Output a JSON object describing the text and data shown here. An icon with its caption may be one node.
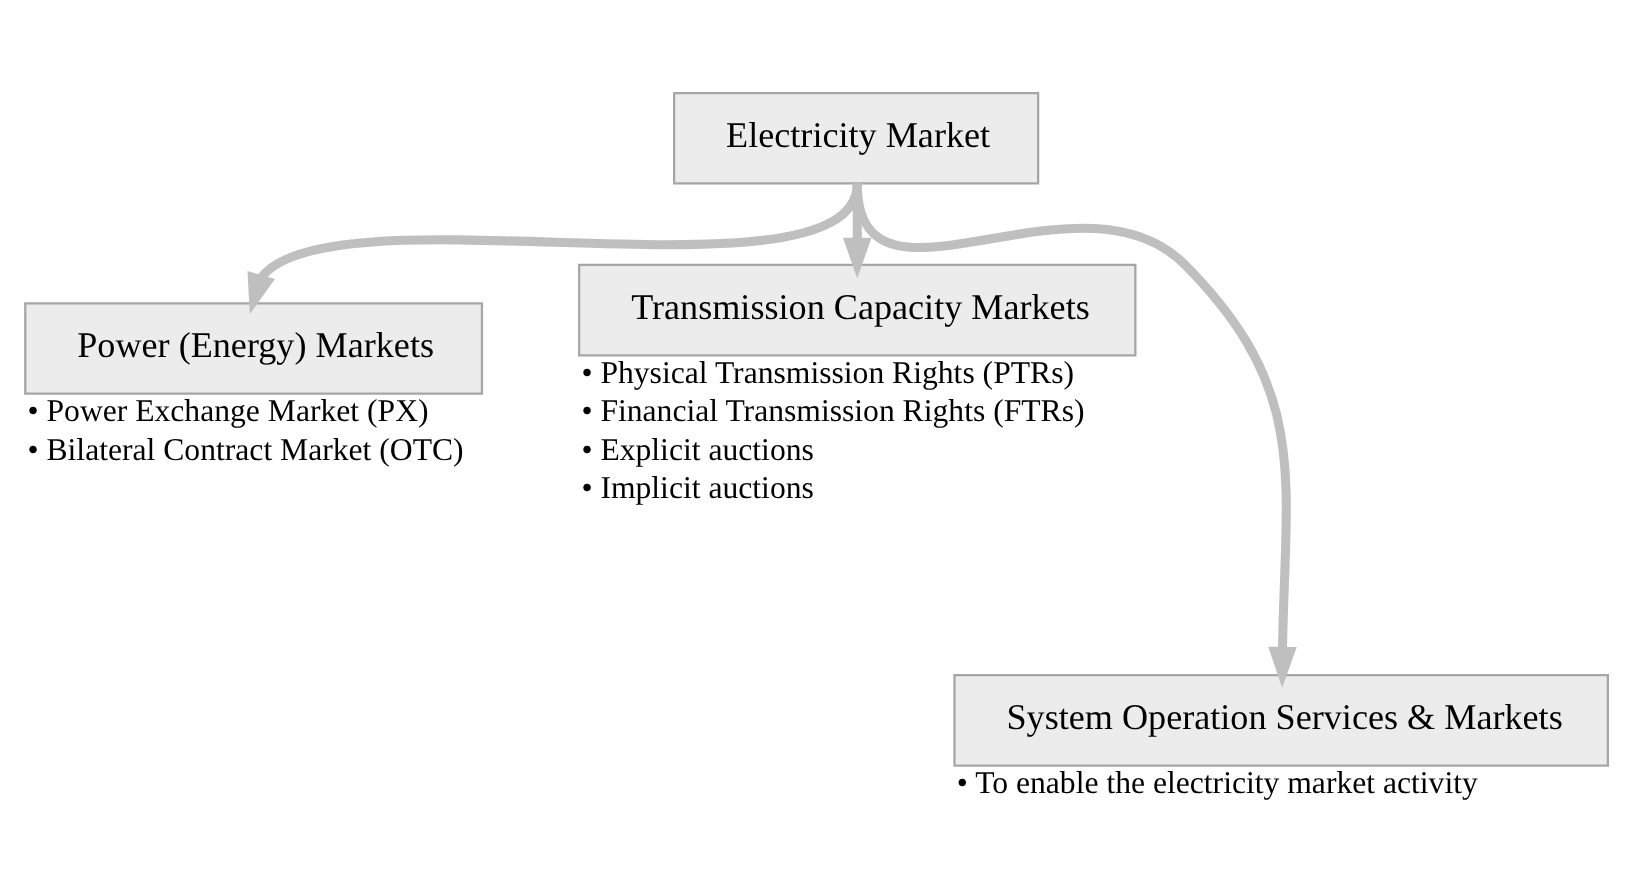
{
  "diagram": {
    "nodes": [
      {
        "text": [
          "Electricity Market"
        ]
      },
      {
        "text": [
          "Power (Energy) Markets"
        ],
        "beside": [
          "• Power Exchange Market (PX)",
          "• Bilateral Contract Market (OTC)"
        ]
      },
      {
        "text": [
          "Transmission Capacity Markets"
        ],
        "beside": [
          "• Physical Transmission Rights (PTRs)",
          "• Financial Transmission Rights (FTRs)",
          "• Explicit auctions",
          "• Implicit auctions"
        ]
      },
      {
        "text": [
          "System Operation Services & Markets"
        ],
        "beside": [
          "• To enable the electricity market activity"
        ]
      }
    ],
    "edges": [
      {
        "from": 0,
        "to": 1,
        "arrow": "to"
      },
      {
        "from": 0,
        "to": 2,
        "arrow": "to"
      },
      {
        "from": 0,
        "to": 3,
        "arrow": "to"
      }
    ]
  }
}
